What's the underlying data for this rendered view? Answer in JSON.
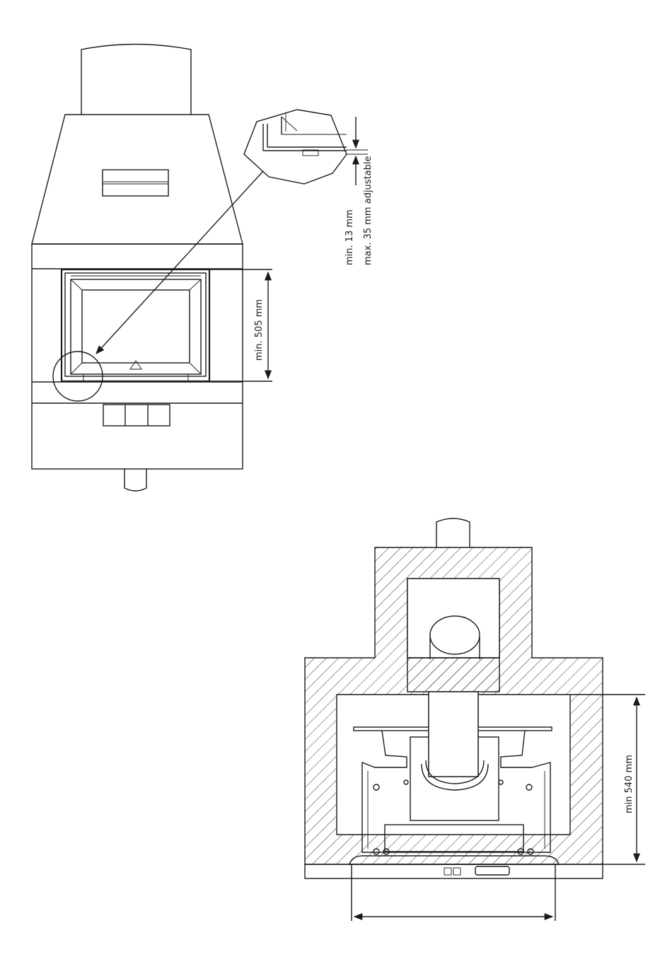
{
  "front_view": {
    "opening_height_label": "min. 505 mm"
  },
  "detail_view": {
    "gap_label_min": "min. 13 mm",
    "gap_label_max": "max. 35 mm adjustable"
  },
  "plan_view": {
    "depth_label": "min 540 mm"
  },
  "colors": {
    "line": "#1a1a1a",
    "background": "#ffffff"
  }
}
